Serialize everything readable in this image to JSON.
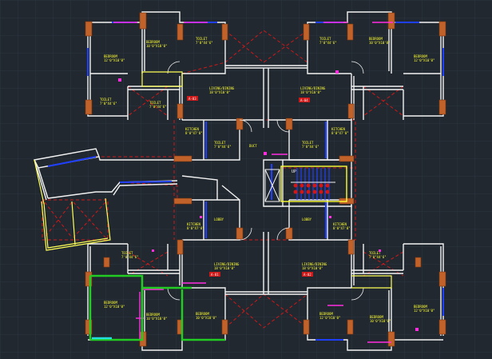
{
  "colors": {
    "background": "#212830",
    "grid": "#2c3540",
    "wall": "#f2f2f2",
    "column": "#c0622a",
    "window": "#1f3fff",
    "door": "#ff2de0",
    "hidden_line": "#d01818",
    "label": "#ffff33",
    "highlight": "#ffff55",
    "green_wall": "#22cc22",
    "cyan": "#22e0e0"
  },
  "rooms": [
    {
      "name": "BEDROOM",
      "dims": "12'0\"X10'0\""
    },
    {
      "name": "BEDROOM",
      "dims": "10'0\"X10'0\""
    },
    {
      "name": "TOILET",
      "dims": "7'0\"X4'6\""
    },
    {
      "name": "TOILET",
      "dims": "7'0\"X4'6\""
    },
    {
      "name": "TOILET",
      "dims": "7'0\"X4'6\""
    },
    {
      "name": "TOILET",
      "dims": "7'0\"X4'6\""
    },
    {
      "name": "BEDROOM",
      "dims": "10'0\"X10'0\""
    },
    {
      "name": "BEDROOM",
      "dims": "12'0\"X10'0\""
    },
    {
      "name": "LIVING/DINING",
      "dims": "18'0\"X10'0\""
    },
    {
      "name": "LIVING/DINING",
      "dims": "18'0\"X10'0\""
    },
    {
      "name": "KITCHEN",
      "dims": "8'0\"X7'0\""
    },
    {
      "name": "KITCHEN",
      "dims": "8'0\"X7'0\""
    },
    {
      "name": "TOILET",
      "dims": "7'0\"X4'6\""
    },
    {
      "name": "TOILET",
      "dims": "7'0\"X4'6\""
    },
    {
      "name": "BEDROOM",
      "dims": "12'0\"X10'0\""
    },
    {
      "name": "BEDROOM",
      "dims": "10'0\"X10'0\""
    },
    {
      "name": "LIVING/DINING",
      "dims": "18'0\"X10'0\""
    },
    {
      "name": "LIVING/DINING",
      "dims": "18'0\"X10'0\""
    },
    {
      "name": "TOILET",
      "dims": "7'0\"X4'6\""
    },
    {
      "name": "TOILET",
      "dims": "7'0\"X4'6\""
    },
    {
      "name": "BEDROOM",
      "dims": "12'0\"X10'0\""
    },
    {
      "name": "BEDROOM",
      "dims": "10'0\"X10'0\""
    },
    {
      "name": "BEDROOM",
      "dims": "10'0\"X10'0\""
    },
    {
      "name": "BEDROOM",
      "dims": "12'0\"X10'0\""
    },
    {
      "name": "KITCHEN",
      "dims": "8'0\"X7'0\""
    },
    {
      "name": "KITCHEN",
      "dims": "8'0\"X7'0\""
    },
    {
      "name": "LOBBY",
      "dims": ""
    },
    {
      "name": "LOBBY",
      "dims": ""
    },
    {
      "name": "DUCT",
      "dims": ""
    }
  ],
  "tags": [
    "A-03",
    "A-04",
    "A-01",
    "A-02"
  ],
  "stair_label": "UP"
}
